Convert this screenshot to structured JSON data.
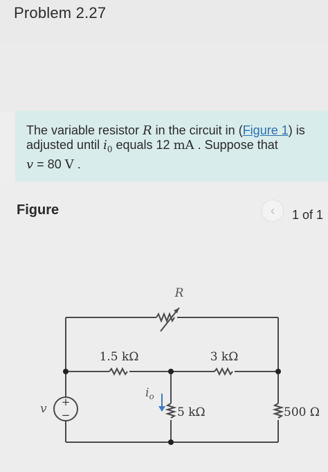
{
  "header": {
    "title": "Problem 2.27"
  },
  "problem": {
    "text_1": "The variable resistor ",
    "var_R": "R",
    "text_2": " in the circuit in (",
    "link": "Figure 1",
    "text_3": ") is adjusted until ",
    "var_i": "i",
    "sub_0": "0",
    "text_4": " equals 12 ",
    "unit_mA": "mA",
    "text_5": " . Suppose that ",
    "var_v": "v",
    "text_6": " = 80 ",
    "unit_V": "V",
    "text_7": " ."
  },
  "figure": {
    "label": "Figure",
    "prev_icon": "chevron-left-icon",
    "prev_glyph": "‹",
    "page": "1 of 1"
  },
  "circuit": {
    "r_label": "R",
    "r1_label": "1.5 kΩ",
    "r2_label": "3 kΩ",
    "r3_label": "5 kΩ",
    "r4_label": "500 Ω",
    "source_label": "v",
    "plus": "+",
    "minus": "−",
    "current_label": "i",
    "current_sub": "o"
  },
  "colors": {
    "accent_box": "#d9ecec",
    "link": "#2a6fb3",
    "wire": "#4a4a4a"
  }
}
